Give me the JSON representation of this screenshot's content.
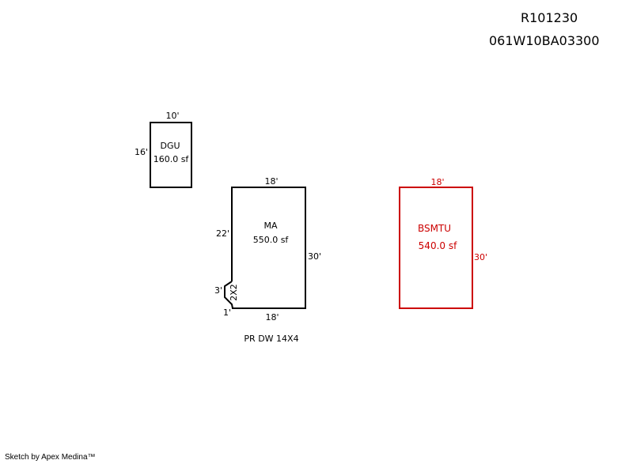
{
  "header": {
    "account": "R101230",
    "parcel": "061W10BA03300"
  },
  "areas": {
    "dgu": {
      "name": "DGU",
      "area": "160.0 sf",
      "dims": {
        "top": "10'",
        "left": "16'"
      },
      "color": "#000000"
    },
    "ma": {
      "name": "MA",
      "area": "550.0 sf",
      "dims": {
        "top": "18'",
        "left": "22'",
        "notch": "3'",
        "corner": "1'",
        "right": "30'",
        "bottom": "18'"
      },
      "notch_label": "2X2",
      "color": "#000000"
    },
    "bsmtu": {
      "name": "BSMTU",
      "area": "540.0 sf",
      "dims": {
        "top": "18'",
        "right": "30'"
      },
      "color": "#cc0000"
    }
  },
  "note": "PR DW 14X4",
  "footer": "Sketch by Apex Medina™"
}
